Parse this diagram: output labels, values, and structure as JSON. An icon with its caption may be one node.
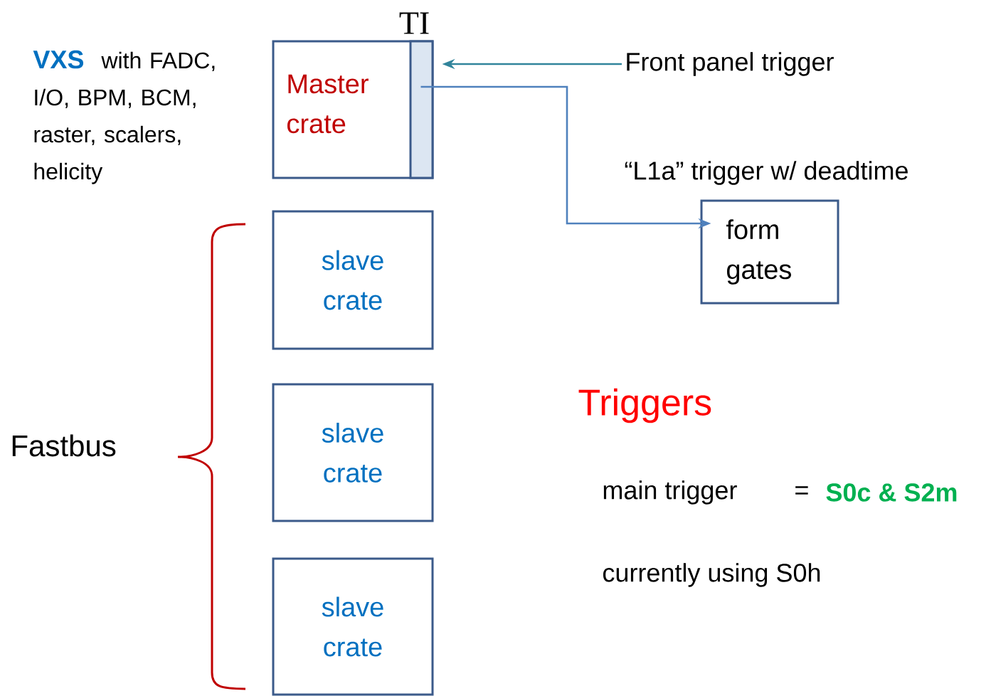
{
  "diagram": {
    "nodes": [
      {
        "text": [
          "Master crate"
        ]
      },
      {
        "text": [
          "TI"
        ],
        "in": 0
      },
      {
        "text": [
          "Front panel trigger"
        ]
      },
      {
        "text": [
          "form gates"
        ]
      },
      {
        "text": [
          "slave crate"
        ]
      },
      {
        "text": [
          "slave crate"
        ]
      },
      {
        "text": [
          "slave crate"
        ]
      }
    ],
    "edges": [
      {
        "from": 2,
        "to": 1,
        "arrow": "to",
        "color": "#31849b"
      },
      {
        "from": 1,
        "to": 3,
        "arrow": "to",
        "color": "#4f81bd",
        "label": "“L1a” trigger w/ deadtime"
      }
    ],
    "labels": [
      "VXS",
      "with FADC, I/O, BPM, BCM, raster, scalers, helicity",
      "Fastbus",
      "Triggers",
      "main trigger",
      "=",
      "S0c & S2m",
      "currently using S0h"
    ]
  }
}
